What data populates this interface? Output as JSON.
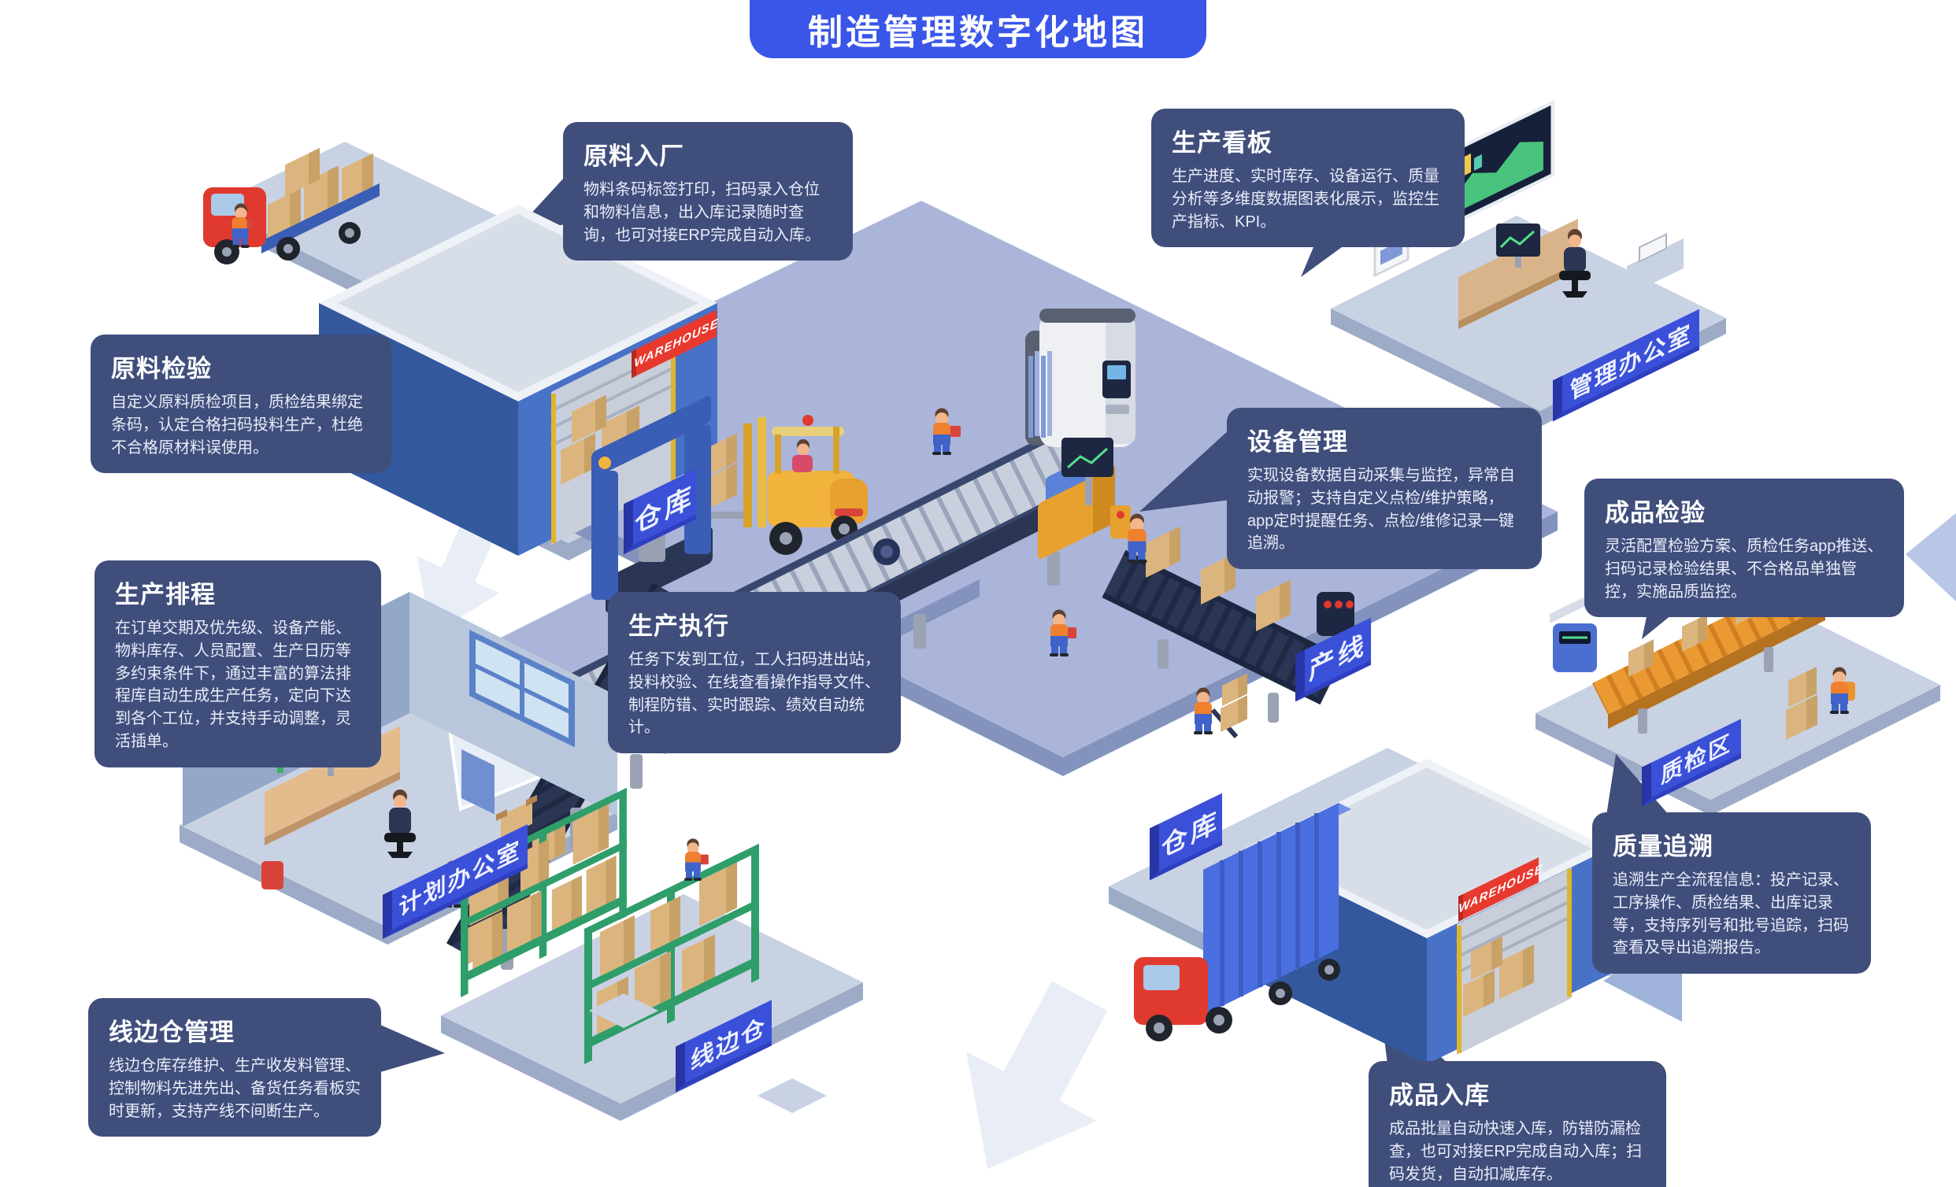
{
  "title": "制造管理数字化地图",
  "callouts": [
    {
      "id": "raw-material-inbound",
      "title": "原料入厂",
      "body": "物料条码标签打印，扫码录入仓位和物料信息，出入库记录随时查询，也可对接ERP完成自动入库。"
    },
    {
      "id": "production-dashboard",
      "title": "生产看板",
      "body": "生产进度、实时库存、设备运行、质量分析等多维度数据图表化展示，监控生产指标、KPI。"
    },
    {
      "id": "raw-material-inspection",
      "title": "原料检验",
      "body": "自定义原料质检项目，质检结果绑定条码，认定合格扫码投料生产，杜绝不合格原材料误使用。"
    },
    {
      "id": "equipment-management",
      "title": "设备管理",
      "body": "实现设备数据自动采集与监控，异常自动报警；支持自定义点检/维护策略，app定时提醒任务、点检/维修记录一键追溯。"
    },
    {
      "id": "finished-goods-inspection",
      "title": "成品检验",
      "body": "灵活配置检验方案、质检任务app推送、扫码记录检验结果、不合格品单独管控，实施品质监控。"
    },
    {
      "id": "production-scheduling",
      "title": "生产排程",
      "body": "在订单交期及优先级、设备产能、物料库存、人员配置、生产日历等多约束条件下，通过丰富的算法排程库自动生成生产任务，定向下达到各个工位，并支持手动调整，灵活插单。"
    },
    {
      "id": "production-execution",
      "title": "生产执行",
      "body": "任务下发到工位，工人扫码进出站，投料校验、在线查看操作指导文件、制程防错、实时跟踪、绩效自动统计。"
    },
    {
      "id": "quality-traceability",
      "title": "质量追溯",
      "body": "追溯生产全流程信息：投产记录、工序操作、质检结果、出库记录等，支持序列号和批号追踪，扫码查看及导出追溯报告。"
    },
    {
      "id": "lineside-warehouse-mgmt",
      "title": "线边仓管理",
      "body": "线边仓库存维护、生产收发料管理、控制物料先进先出、备货任务看板实时更新，支持产线不间断生产。"
    },
    {
      "id": "finished-goods-storage",
      "title": "成品入库",
      "body": "成品批量自动快速入库，防错防漏检查，也可对接ERP完成自动入库；扫码发货，自动扣减库存。"
    }
  ],
  "area_labels": {
    "warehouse_left": "仓库",
    "management_office": "管理办公室",
    "production_line": "产线",
    "planning_office": "计划办公室",
    "lineside_store": "线边仓",
    "qc_area": "质检区",
    "warehouse_right": "仓库"
  },
  "building_signs": {
    "warehouse": "WAREHOUSE"
  },
  "colors": {
    "accent_blue": "#3a56e8",
    "callout_navy": "#404e7c",
    "label_blue": "#3b50d8",
    "sign_red": "#e8392f",
    "floor_light": "#c9d2e3",
    "floor_central": "#abb5d9",
    "warehouse_blue": "#33589e",
    "machine_yellow": "#f2b33c",
    "conveyor_navy": "#2b3554"
  }
}
